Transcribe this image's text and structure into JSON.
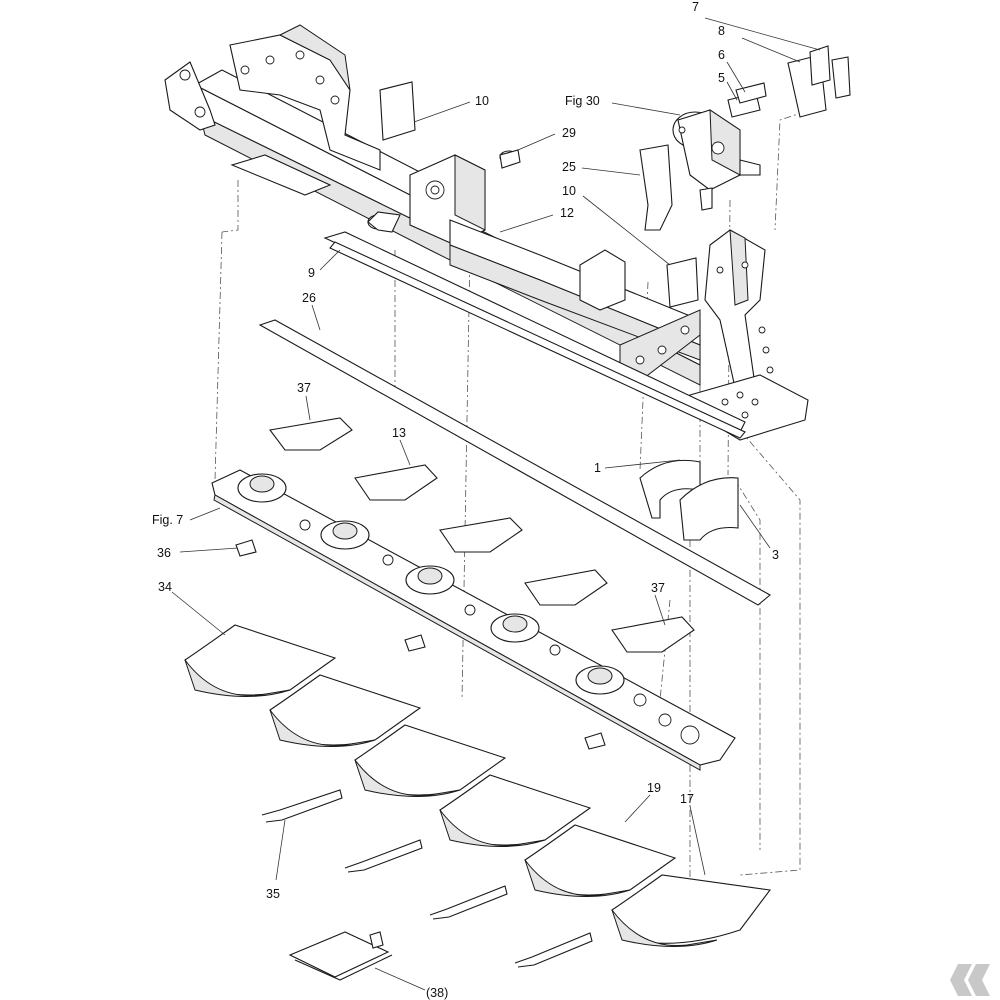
{
  "callouts": [
    {
      "id": "c7",
      "text": "7"
    },
    {
      "id": "c8",
      "text": "8"
    },
    {
      "id": "c6",
      "text": "6"
    },
    {
      "id": "c5",
      "text": "5"
    },
    {
      "id": "cfig30",
      "text": "Fig 30"
    },
    {
      "id": "c10a",
      "text": "10"
    },
    {
      "id": "c29",
      "text": "29"
    },
    {
      "id": "c25",
      "text": "25"
    },
    {
      "id": "c10b",
      "text": "10"
    },
    {
      "id": "c12",
      "text": "12"
    },
    {
      "id": "c9",
      "text": "9"
    },
    {
      "id": "c26",
      "text": "26"
    },
    {
      "id": "c37a",
      "text": "37"
    },
    {
      "id": "c13",
      "text": "13"
    },
    {
      "id": "c1",
      "text": "1"
    },
    {
      "id": "cfig7",
      "text": "Fig. 7"
    },
    {
      "id": "c3",
      "text": "3"
    },
    {
      "id": "c36",
      "text": "36"
    },
    {
      "id": "c34",
      "text": "34"
    },
    {
      "id": "c37b",
      "text": "37"
    },
    {
      "id": "c19",
      "text": "19"
    },
    {
      "id": "c17",
      "text": "17"
    },
    {
      "id": "c35",
      "text": "35"
    },
    {
      "id": "c38",
      "text": "(38)"
    }
  ],
  "colors": {
    "line": "#1a1a1a",
    "fill": "#ffffff",
    "shade": "#e6e6e6",
    "logo": "#c8c8c8"
  },
  "icons": {
    "logo": "kramp-k-logo"
  }
}
